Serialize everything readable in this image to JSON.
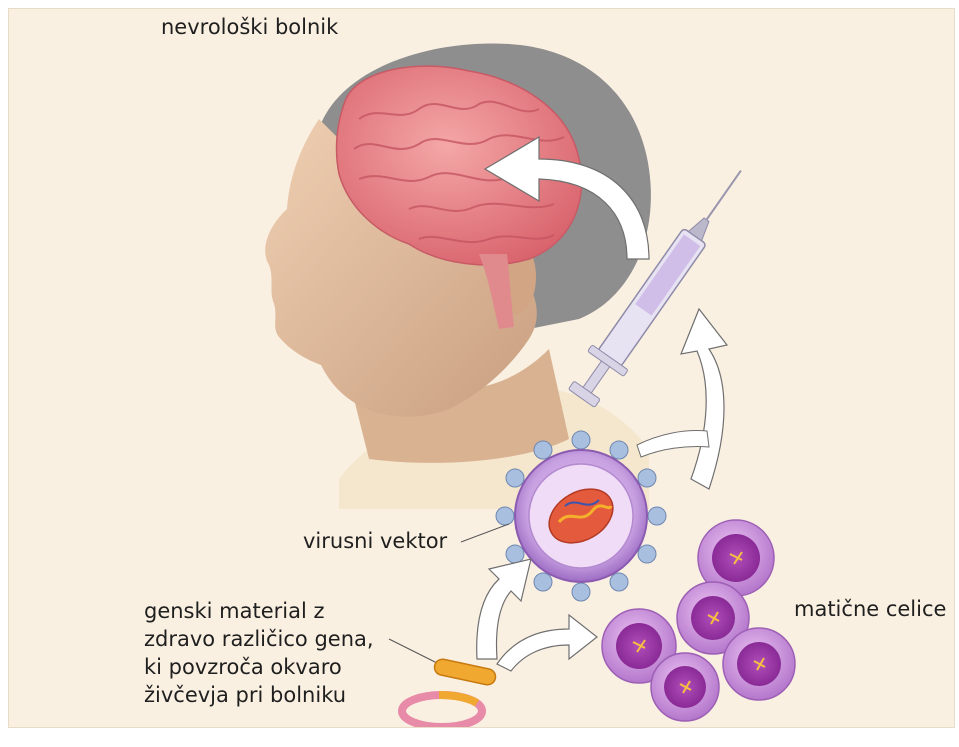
{
  "labels": {
    "patient": "nevrološki bolnik",
    "vector": "virusni vektor",
    "gene_line1": "genski material z",
    "gene_line2": "zdravo različico gena,",
    "gene_line3": "ki povzroča okvaro",
    "gene_line4": "živčevja pri bolniku",
    "stem_cells": "matične celice"
  },
  "colors": {
    "background": "#faf0e2",
    "brain": "#e8848a",
    "skin": "#e3c0a0",
    "hair": "#8f8f8f",
    "virus_capsid": "#b78cd6",
    "virus_spikes": "#a9bfe0",
    "stem_cell": "#c88fd8",
    "gene_segment": "#f0a830",
    "plasmid": "#e88ba8",
    "arrow_fill": "#ffffff"
  }
}
